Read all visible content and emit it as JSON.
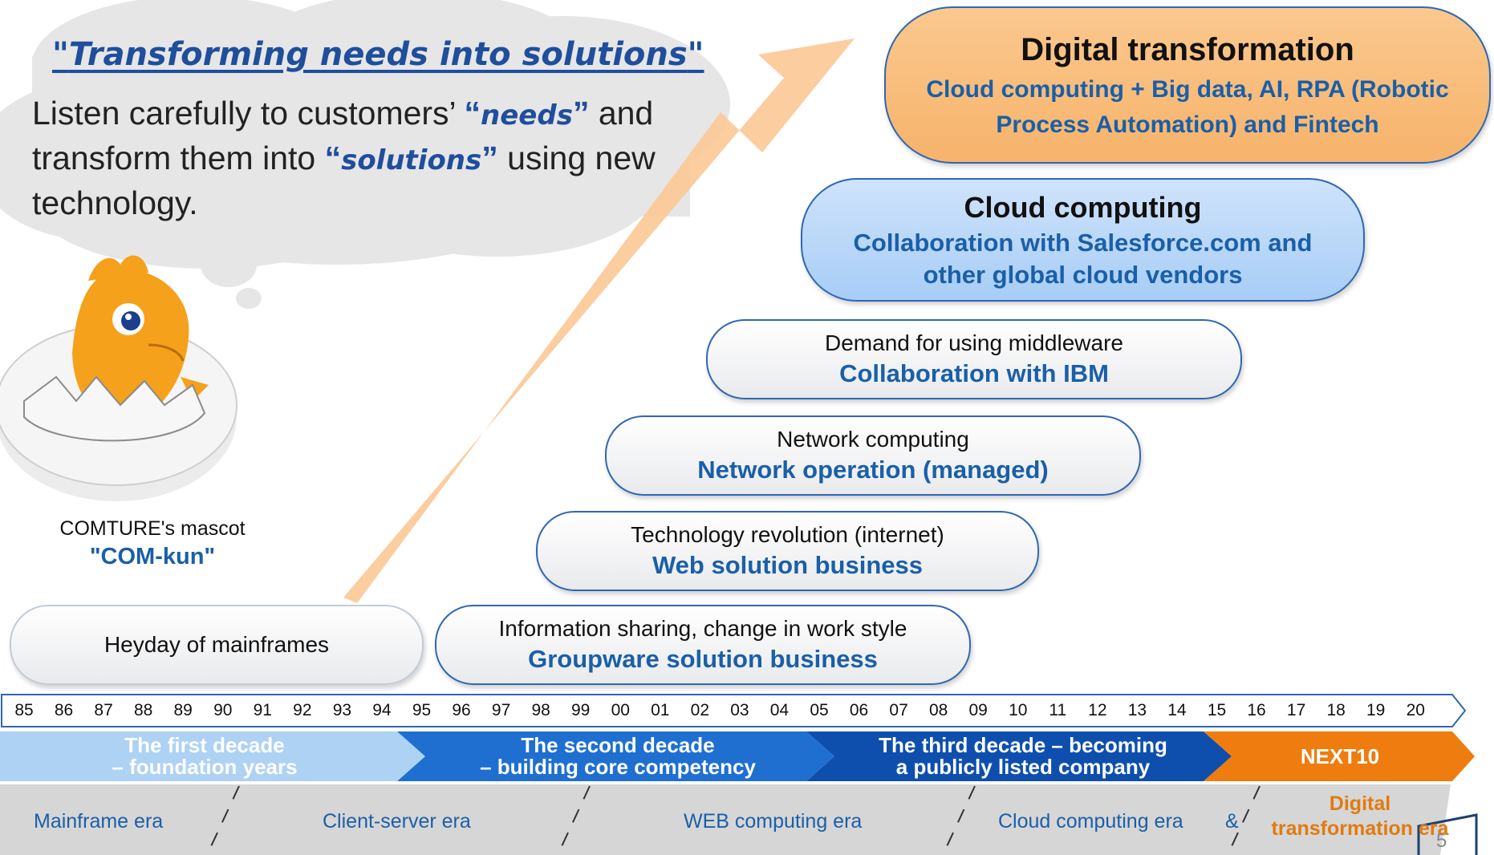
{
  "heading": {
    "quote_open": "\"",
    "text": "Transforming needs into solutions",
    "quote_close": "\""
  },
  "intro": {
    "part1": "Listen carefully to customers’ ",
    "q1": "“",
    "kw1": "needs",
    "q2": "”",
    "part2": " and transform them into ",
    "q3": "“",
    "kw2": "solutions",
    "q4": "”",
    "part3": " using new technology."
  },
  "mascot": {
    "caption": "COMTURE's mascot",
    "name": "\"COM-kun\""
  },
  "eras": [
    {
      "sub": "Heyday of mainframes",
      "main": ""
    },
    {
      "sub": "Information sharing, change in work style",
      "main": "Groupware solution business"
    },
    {
      "sub": "Technology revolution (internet)",
      "main": "Web solution business"
    },
    {
      "sub": "Network computing",
      "main": "Network operation (managed)"
    },
    {
      "sub": "Demand for using middleware",
      "main": "Collaboration with IBM"
    },
    {
      "sub": "Cloud computing",
      "main": "Collaboration with Salesforce.com and other global cloud vendors"
    },
    {
      "sub": "Digital transformation",
      "main": "Cloud computing + Big data, AI, RPA (Robotic Process Automation) and Fintech"
    }
  ],
  "years": [
    "85",
    "86",
    "87",
    "88",
    "89",
    "90",
    "91",
    "92",
    "93",
    "94",
    "95",
    "96",
    "97",
    "98",
    "99",
    "00",
    "01",
    "02",
    "03",
    "04",
    "05",
    "06",
    "07",
    "08",
    "09",
    "10",
    "11",
    "12",
    "13",
    "14",
    "15",
    "16",
    "17",
    "18",
    "19",
    "20"
  ],
  "decades": [
    {
      "line1": "The first decade",
      "line2": "– foundation years",
      "color": "#aed2f4"
    },
    {
      "line1": "The second decade",
      "line2": "– building core competency",
      "color": "#1e6fd0"
    },
    {
      "line1": "The third decade – becoming",
      "line2": "a publicly listed company",
      "color": "#0e4fae"
    },
    {
      "line1": "NEXT10",
      "line2": "",
      "color": "#ee7c0e"
    }
  ],
  "computing_eras": {
    "mainframe": "Mainframe era",
    "client_server": "Client-server era",
    "web": "WEB computing era",
    "cloud": "Cloud computing era",
    "amp": "&",
    "digital_line1": "Digital",
    "digital_line2": "transformation era"
  },
  "page_number": "5",
  "colors": {
    "accent_blue": "#1a5fa8",
    "arrow_orange": "#fbc895",
    "cloud_grey": "#e6e6e6",
    "orange_text": "#e07b10"
  }
}
